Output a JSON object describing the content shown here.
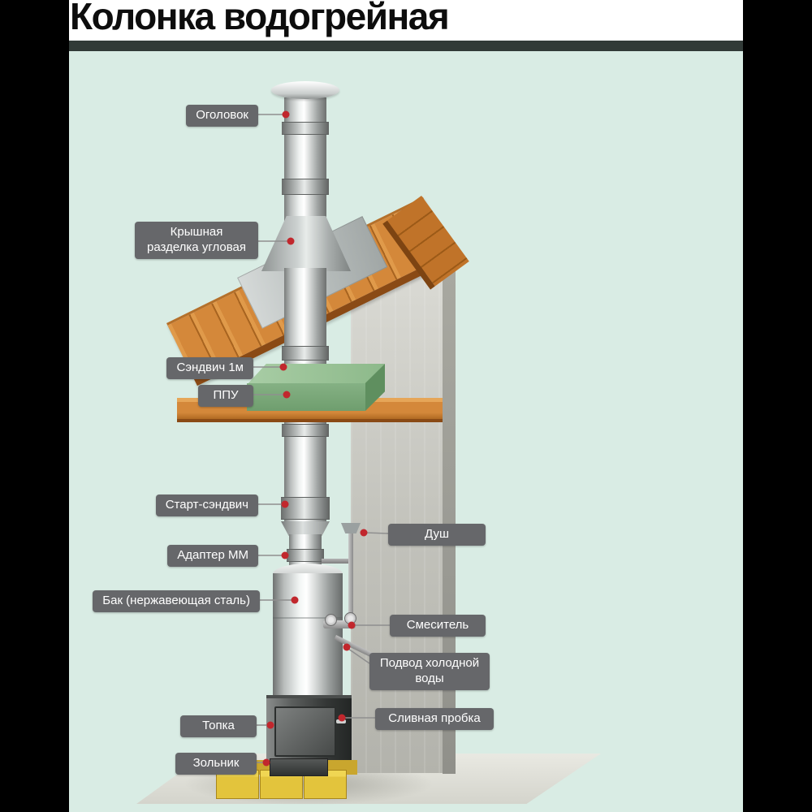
{
  "title": "Колонка водогрейная",
  "labels": [
    {
      "id": "ogolovok",
      "text": "Оголовок"
    },
    {
      "id": "kryshnaya",
      "text": "Крышная разделка угловая"
    },
    {
      "id": "sandwich",
      "text": "Сэндвич 1м"
    },
    {
      "id": "ppu",
      "text": "ППУ"
    },
    {
      "id": "start-sandwich",
      "text": "Старт-сэндвич"
    },
    {
      "id": "adapter",
      "text": "Адаптер ММ"
    },
    {
      "id": "bak",
      "text": "Бак (нержавеющая сталь)"
    },
    {
      "id": "dush",
      "text": "Душ"
    },
    {
      "id": "smesitel",
      "text": "Смеситель"
    },
    {
      "id": "podvod",
      "text": "Подвод холодной воды"
    },
    {
      "id": "slivnaya",
      "text": "Сливная пробка"
    },
    {
      "id": "topka",
      "text": "Топка"
    },
    {
      "id": "zolnik",
      "text": "Зольник"
    }
  ],
  "colors": {
    "background": "#d9ece4",
    "side_bars": "#000000",
    "title_text": "#0d0d0d",
    "title_underline": "#313a37",
    "label_background": "#66676a",
    "label_text": "#ffffff",
    "pointer_dot": "#c1272d",
    "leader_line": "#8f8f8f",
    "wood": "#d4883a",
    "insulation_green": "#7fae7f",
    "wall_gray": "#c4c4bd",
    "brick_yellow": "#e3c43c",
    "metal_light": "#eef1f0"
  }
}
